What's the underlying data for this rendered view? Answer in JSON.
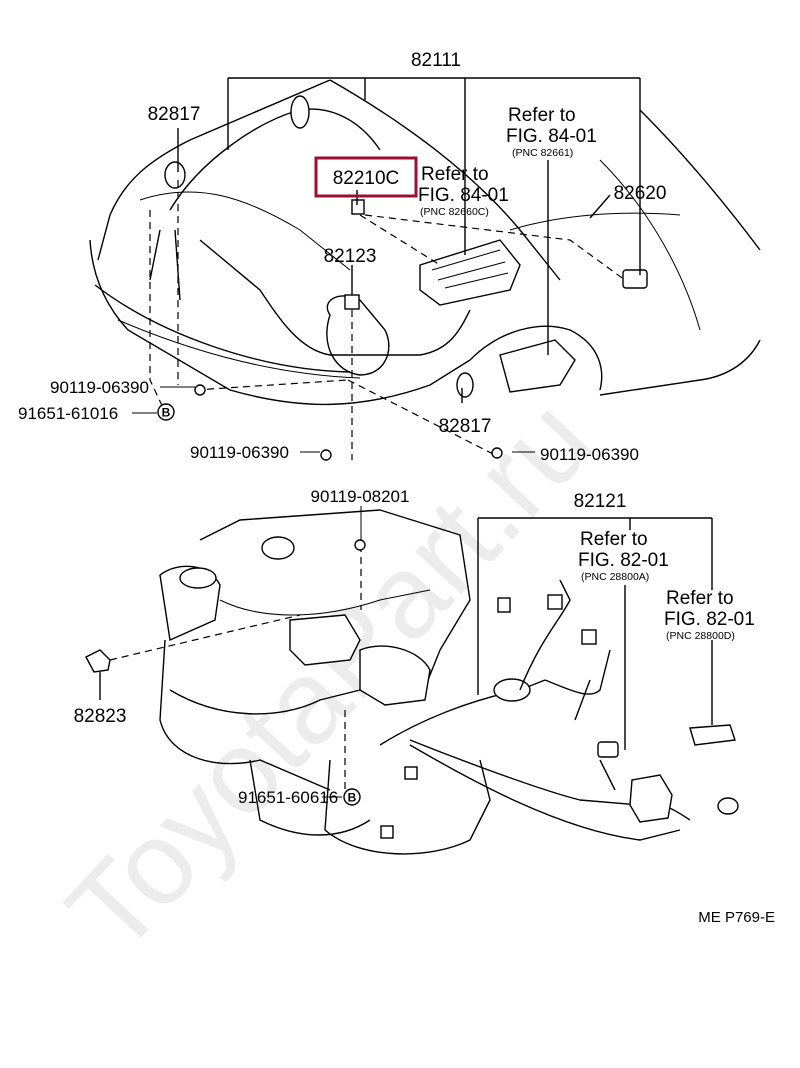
{
  "diagram_code": "ME P769-E",
  "watermark": "ToyotaPart.ru",
  "highlight_color": "#9b1030",
  "parts": {
    "p82111": "82111",
    "p82817_top": "82817",
    "p82210c": "82210C",
    "p82123": "82123",
    "p82620": "82620",
    "p82817_mid": "82817",
    "p90119_06390_a": "90119-06390",
    "p91651_61016": "91651-61016",
    "p90119_06390_b": "90119-06390",
    "p90119_06390_c": "90119-06390",
    "p90119_08201": "90119-08201",
    "p82121": "82121",
    "p82823": "82823",
    "p91651_60616": "91651-60616"
  },
  "bolt_marker": "B",
  "refs": {
    "r1": {
      "line1": "Refer to",
      "line2": "FIG. 84-01",
      "pnc": "(PNC 82661)"
    },
    "r2": {
      "line1": "Refer to",
      "line2": "FIG. 84-01",
      "pnc": "(PNC 82660C)"
    },
    "r3": {
      "line1": "Refer to",
      "line2": "FIG. 82-01",
      "pnc": "(PNC 28800A)"
    },
    "r4": {
      "line1": "Refer to",
      "line2": "FIG. 82-01",
      "pnc": "(PNC 28800D)"
    }
  }
}
